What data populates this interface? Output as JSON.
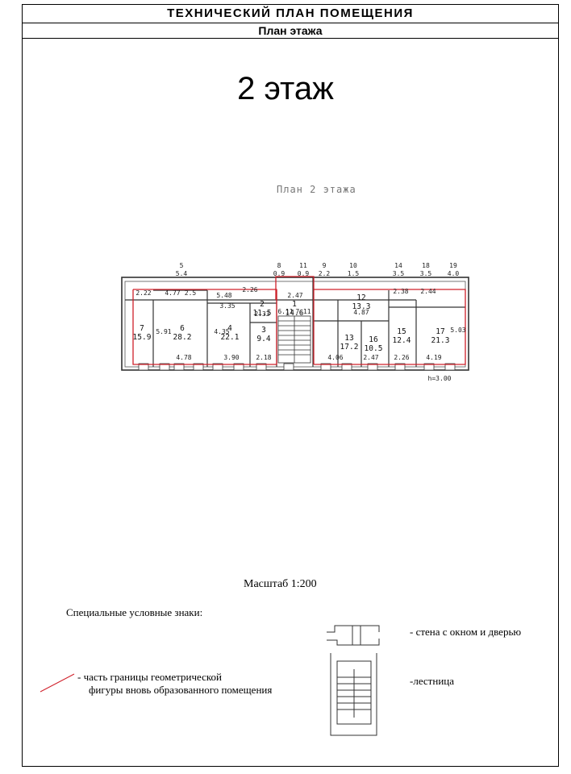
{
  "header": {
    "title": "ТЕХНИЧЕСКИЙ ПЛАН ПОМЕЩЕНИЯ",
    "subtitle": "План этажа"
  },
  "floor_title": "2 этаж",
  "plan_caption": "План 2 этажа",
  "scale": "Масштаб 1:200",
  "legend": {
    "title": "Специальные условные знаки:",
    "wall_label": "- стена с окном и дверью",
    "stairs_label": "-лестница",
    "boundary_label_line1": "- часть границы геометрической",
    "boundary_label_line2": "фигуры вновь образованного помещения"
  },
  "top_labels": [
    {
      "num": "5",
      "area": "5.4"
    },
    {
      "num": "8",
      "area": "0.9"
    },
    {
      "num": "11",
      "area": "0.9"
    },
    {
      "num": "9",
      "area": "2.2"
    },
    {
      "num": "10",
      "area": "1.5"
    },
    {
      "num": "14",
      "area": "3.5"
    },
    {
      "num": "18",
      "area": "3.5"
    },
    {
      "num": "19",
      "area": "4.0"
    }
  ],
  "rooms": [
    {
      "num": "7",
      "area": "15.9"
    },
    {
      "num": "6",
      "area": "28.2"
    },
    {
      "num": "4",
      "area": "22.1"
    },
    {
      "num": "3",
      "area": "9.4"
    },
    {
      "num": "2",
      "area": "11.5"
    },
    {
      "num": "1",
      "area": "14.6"
    },
    {
      "num": "12",
      "area": "13.3"
    },
    {
      "num": "13",
      "area": "17.2"
    },
    {
      "num": "16",
      "area": "10.5"
    },
    {
      "num": "15",
      "area": "12.4"
    },
    {
      "num": "17",
      "area": "21.3"
    }
  ],
  "dimensions": [
    "2.22",
    "4.77",
    "2.5",
    "5.48",
    "2.26",
    "3.35",
    "2.33",
    "2.47",
    "4.78",
    "3.90",
    "2.18",
    "4.06",
    "2.47",
    "2.26",
    "4.19",
    "4.87",
    "2.38",
    "2.44",
    "5.91",
    "4.35",
    "6.11",
    "7.11",
    "5.03"
  ],
  "height_note": "h=3.00",
  "colors": {
    "boundary": "#d0202a",
    "line": "#222222"
  }
}
